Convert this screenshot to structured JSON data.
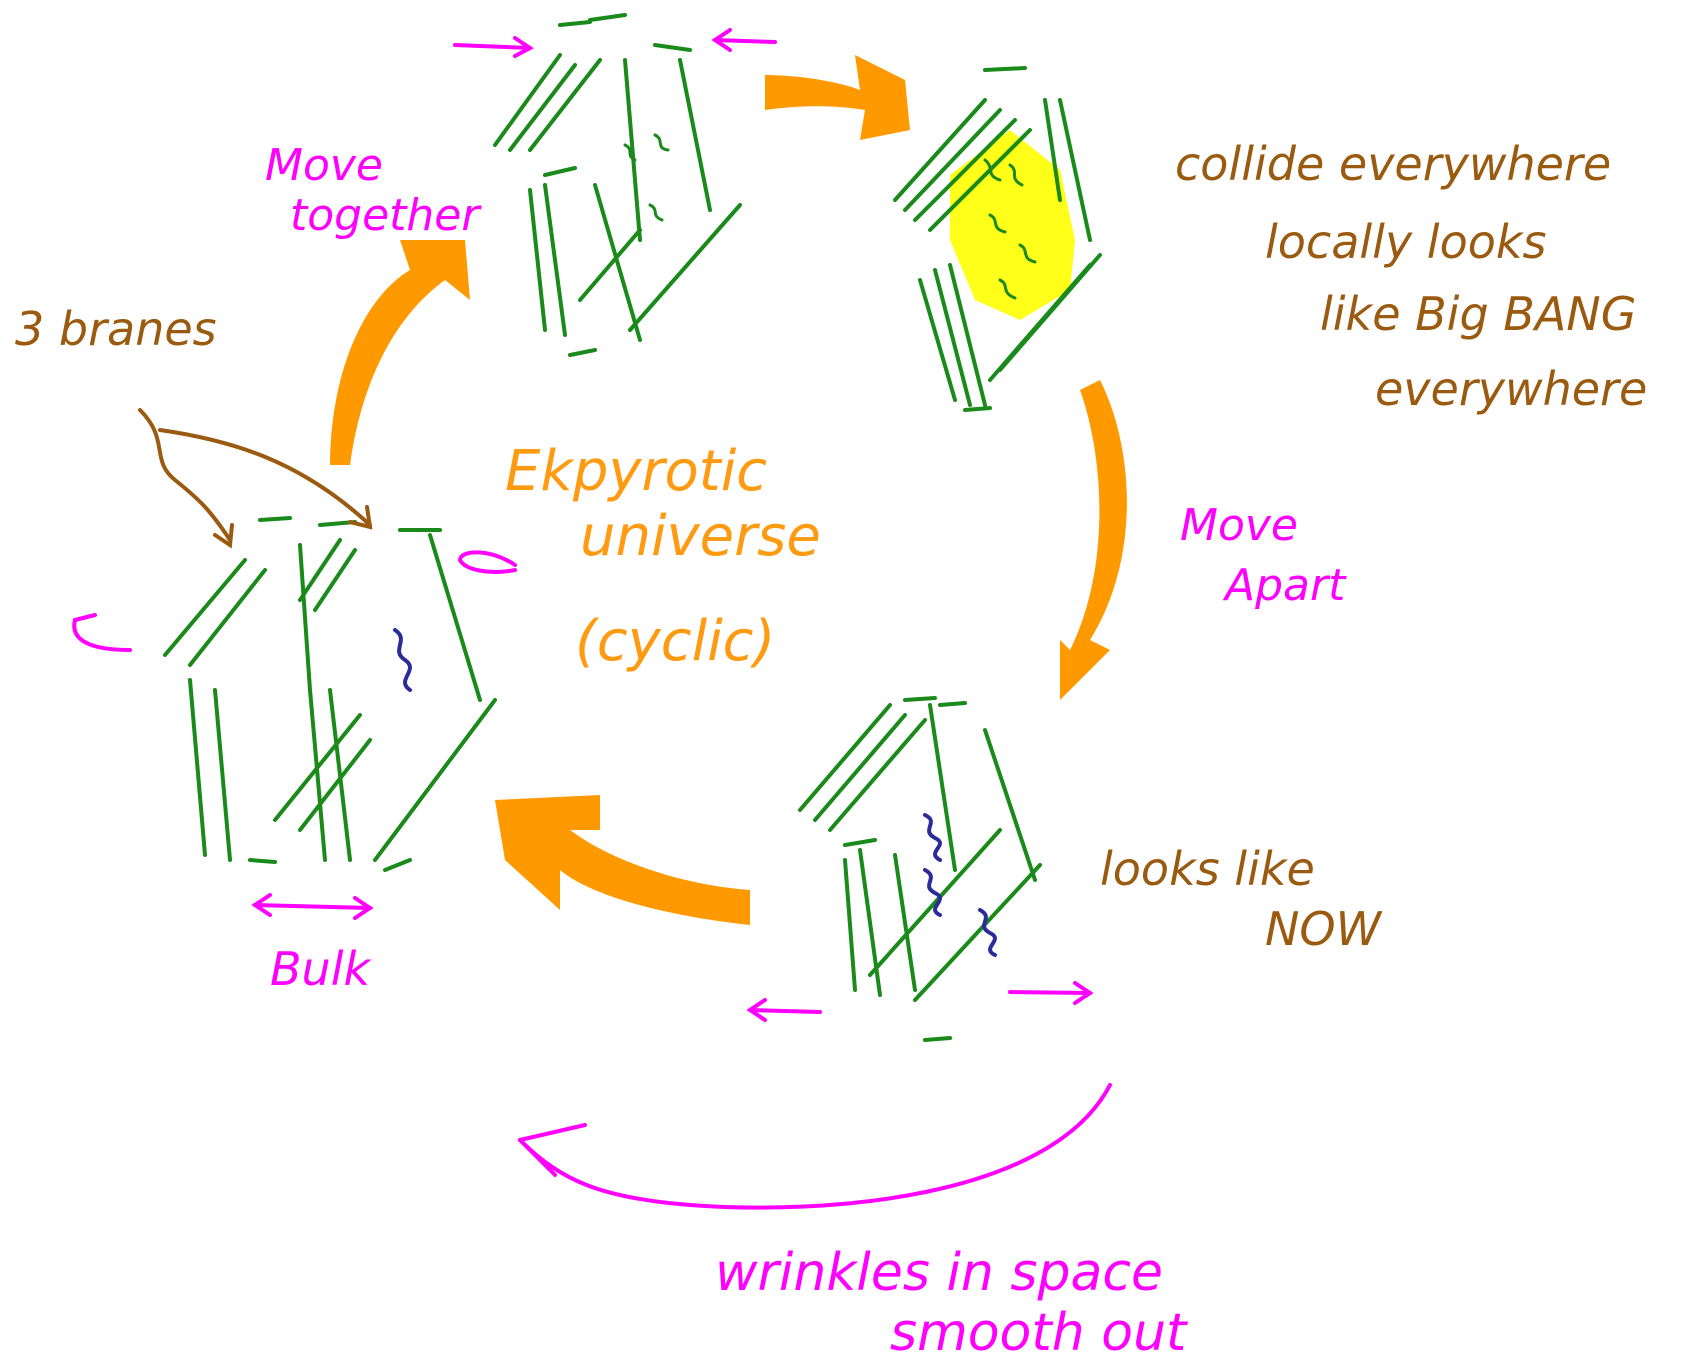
{
  "diagram": {
    "title_line1": "Ekpyrotic",
    "title_line2": "universe",
    "subtitle": "(cyclic)",
    "labels": {
      "three_branes": "3 branes",
      "bulk": "Bulk",
      "move_together_1": "Move",
      "move_together_2": "together",
      "collide_1": "collide everywhere",
      "collide_2": "locally looks",
      "collide_3": "like Big BANG",
      "collide_4": "everywhere",
      "move_apart_1": "Move",
      "move_apart_2": "Apart",
      "now_1": "looks like",
      "now_2": "NOW",
      "wrinkles_1": "wrinkles in space",
      "wrinkles_2": "smooth out"
    },
    "colors": {
      "brane": "#1a8a1a",
      "flow_arrow": "#ff9900",
      "annotation_magenta": "#ff00ff",
      "annotation_brown": "#9a5a10",
      "title_orange": "#ff9a11",
      "collision_highlight": "#ffff00",
      "wrinkle": "#2b2b9a"
    }
  }
}
